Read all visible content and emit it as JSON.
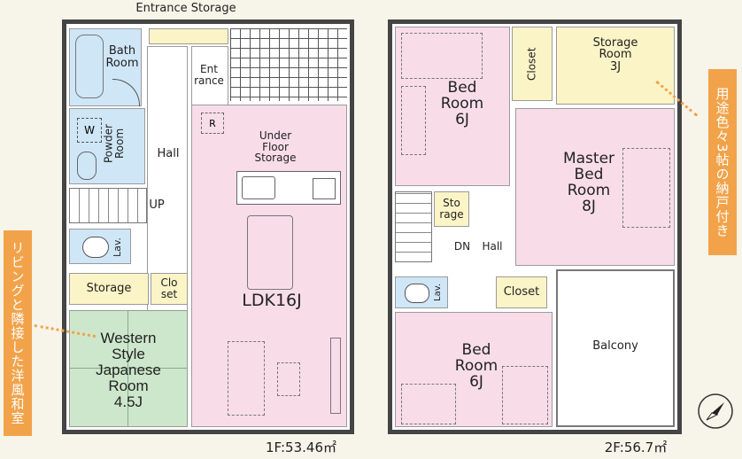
{
  "floor1": {
    "entrance_storage": "Entrance Storage",
    "bath_room": "Bath\nRoom",
    "powder_room": "Powder\nRoom",
    "washer": "W",
    "entrance": "Ent\nrance",
    "hall": "Hall",
    "up": "UP",
    "lav": "Lav.",
    "storage": "Storage",
    "closet": "Clo\nset",
    "under_floor_storage": "Under\nFloor\nStorage",
    "refrigerator": "R",
    "ldk": "LDK16J",
    "western_room": "Western\nStyle\nJapanese\nRoom\n4.5J",
    "area": "1F:53.46㎡"
  },
  "floor2": {
    "bed_room_a": "Bed\nRoom\n6J",
    "closet_a": "Closet",
    "storage_room": "Storage\nRoom\n3J",
    "master_bed_room": "Master\nBed\nRoom\n8J",
    "storage_small": "Sto\nrage",
    "dn": "DN",
    "hall": "Hall",
    "lav": "Lav.",
    "closet_b": "Closet",
    "bed_room_b": "Bed\nRoom\n6J",
    "balcony": "Balcony",
    "area": "2F:56.7㎡"
  },
  "callouts": {
    "left": "リビングと隣接した洋風和室",
    "right": "用途色々3帖の納戸付き"
  },
  "colors": {
    "pink": "#f8dde9",
    "blue": "#cfe6f7",
    "green": "#cde7cc",
    "yellow": "#fbf4c6",
    "orange": "#f2a34a",
    "wall": "#444444"
  }
}
